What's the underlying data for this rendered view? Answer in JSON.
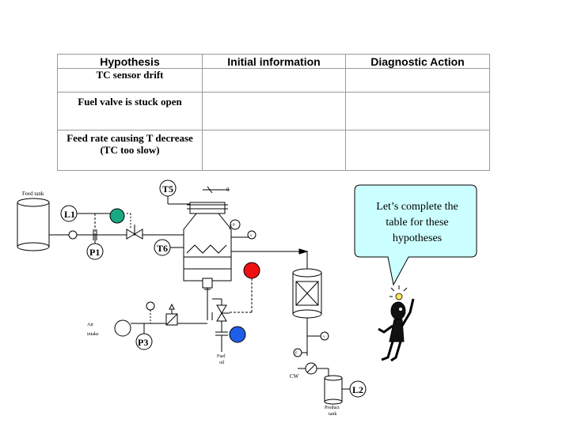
{
  "table": {
    "headers": [
      "Hypothesis",
      "Initial information",
      "Diagnostic Action"
    ],
    "rows": [
      {
        "hypothesis": "TC sensor drift",
        "initial_information": "",
        "diagnostic_action": ""
      },
      {
        "hypothesis": "Fuel valve is stuck open",
        "initial_information": "",
        "diagnostic_action": ""
      },
      {
        "hypothesis_line1": "Feed rate causing T decrease",
        "hypothesis_line2": "(TC too slow)",
        "initial_information": "",
        "diagnostic_action": ""
      }
    ]
  },
  "callout": {
    "line1": "Let’s complete the",
    "line2": "table for these",
    "line3": "hypotheses",
    "fill_color": "#ccffff"
  },
  "diagram": {
    "labels": {
      "feed_tank": "Feed tank",
      "l1": "L1",
      "t5": "T5",
      "t6": "T6",
      "p1": "P1",
      "p3": "P3",
      "l2": "L2",
      "air_line1": "Air",
      "air_line2": "intake",
      "fuel_line1": "Fuel",
      "fuel_line2": "oil",
      "cw": "CW",
      "product_line1": "Product",
      "product_line2": "tank",
      "valve_v": "v",
      "small_p": "P",
      "small_fc": "F",
      "small_o": "0"
    },
    "indicator_colors": {
      "green": "#19a882",
      "red": "#ee1111",
      "blue": "#1f5fe8"
    }
  },
  "character": {
    "icon": "thinking-stick-figure-with-lightbulb"
  }
}
